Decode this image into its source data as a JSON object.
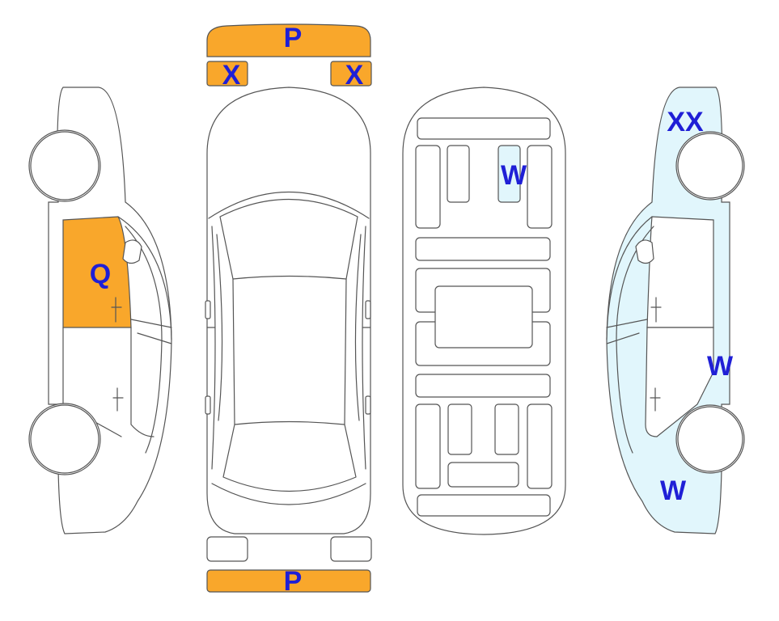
{
  "colors": {
    "orange": "#F9A72B",
    "light_blue": "#E1F6FC",
    "label_blue": "#1F1FD6",
    "outline": "#555555"
  },
  "labels": {
    "front_bumper": "P",
    "rear_bumper": "P",
    "headlamp_left": "X",
    "headlamp_right": "X",
    "left_front_door": "Q",
    "floor_panel": "W",
    "right_upper": "XX",
    "right_sill": "W",
    "right_rear_quarter": "W"
  }
}
